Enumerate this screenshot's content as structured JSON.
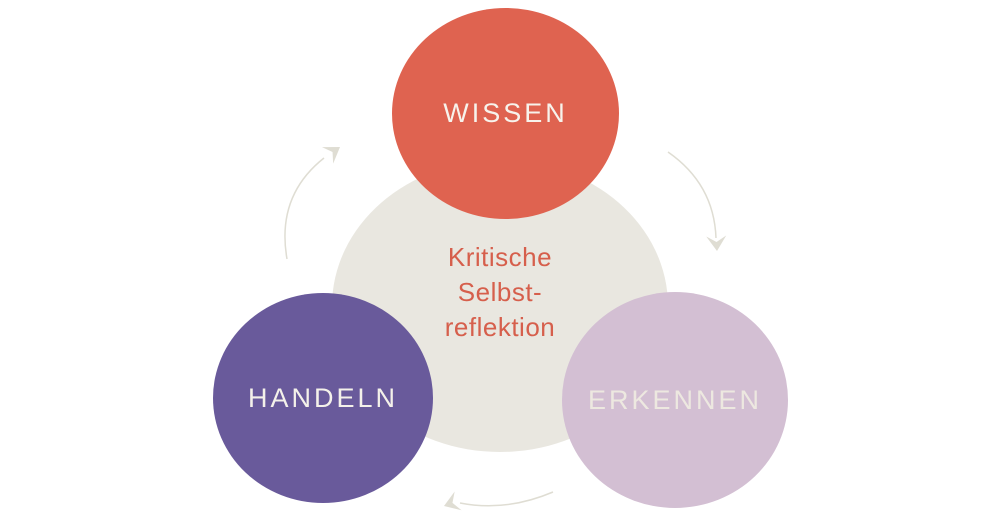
{
  "diagram": {
    "description": "Cycle diagram with three circles around a central circle",
    "background_color": "#ffffff",
    "center": {
      "lines": [
        "Kritische",
        "Selbst-",
        "reflektion"
      ],
      "fill": "#E9E7E0",
      "text_color": "#D65F4C"
    },
    "nodes": [
      {
        "id": "wissen",
        "label": "WISSEN",
        "fill": "#DF6350",
        "text_color": "#F7F3EC"
      },
      {
        "id": "erkennen",
        "label": "ERKENNEN",
        "fill": "#D3BFD3",
        "text_color": "#EDE8E0"
      },
      {
        "id": "handeln",
        "label": "HANDELN",
        "fill": "#695A9B",
        "text_color": "#F4F1EA"
      }
    ],
    "arrows": {
      "color": "#DFDDD3",
      "items": [
        {
          "name": "arrow-wissen-to-erkennen"
        },
        {
          "name": "arrow-erkennen-to-handeln"
        },
        {
          "name": "arrow-handeln-to-wissen"
        }
      ]
    }
  }
}
